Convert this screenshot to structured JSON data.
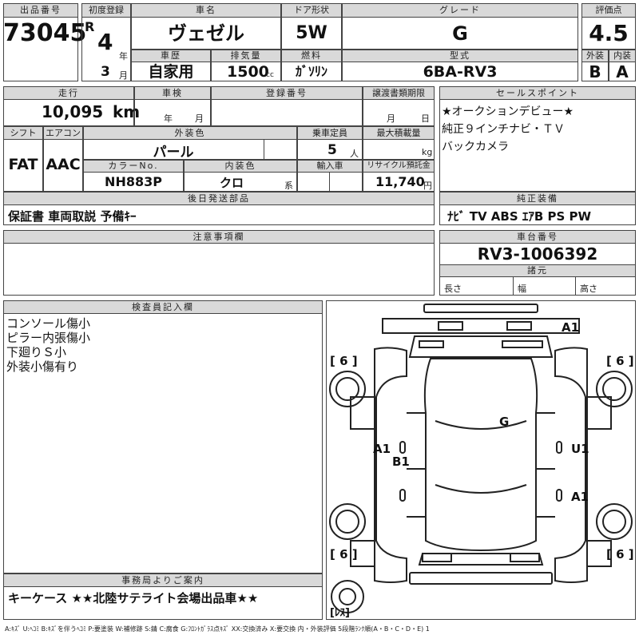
{
  "lot": {
    "label": "出品番号",
    "value": "73045"
  },
  "first_reg": {
    "label": "初度登録",
    "era": "R",
    "year": "4",
    "year_unit": "年",
    "month": "3",
    "month_unit": "月"
  },
  "car_name": {
    "label": "車名",
    "value": "ヴェゼル"
  },
  "door": {
    "label": "ドア形状",
    "value": "5W"
  },
  "grade": {
    "label": "グレード",
    "value": "G"
  },
  "score": {
    "label": "評価点",
    "value": "4.5"
  },
  "history": {
    "label": "車歴",
    "value": "自家用"
  },
  "displacement": {
    "label": "排気量",
    "value": "1500",
    "unit": "cc"
  },
  "fuel": {
    "label": "燃料",
    "value": "ｶﾞｿﾘﾝ"
  },
  "model_code": {
    "label": "型式",
    "value": "6BA-RV3"
  },
  "exterior_grade": {
    "label": "外装",
    "value": "B"
  },
  "interior_grade": {
    "label": "内装",
    "value": "A"
  },
  "mileage": {
    "label": "走行",
    "value": "10,095",
    "unit": "km"
  },
  "inspection": {
    "label": "車検",
    "year_unit": "年",
    "month_unit": "月"
  },
  "registration": {
    "label": "登録番号"
  },
  "transfer_deadline": {
    "label": "譲渡書類期限",
    "month_unit": "月",
    "day_unit": "日"
  },
  "shift": {
    "label": "シフト",
    "value": "FAT"
  },
  "aircon": {
    "label": "エアコン",
    "value": "AAC"
  },
  "ext_color": {
    "label": "外装色",
    "value": "パール"
  },
  "capacity": {
    "label": "乗車定員",
    "value": "5",
    "unit": "人"
  },
  "max_load": {
    "label": "最大積載量",
    "unit": "kg"
  },
  "color_no": {
    "label": "カラーNo.",
    "value": "NH883P"
  },
  "int_color": {
    "label": "内装色",
    "value": "クロ",
    "unit": "系"
  },
  "import": {
    "label": "輸入車"
  },
  "recycle": {
    "label": "リサイクル預託金",
    "value": "11,740",
    "unit": "円"
  },
  "sales_point": {
    "label": "セールスポイント",
    "lines": [
      "★オークションデビュー★",
      "純正９インチナビ・ＴＶ",
      "バックカメラ"
    ]
  },
  "later_items": {
    "label": "後日発送部品",
    "value": "保証書 車両取説 予備ｷｰ"
  },
  "equipment": {
    "label": "純正装備",
    "value": "ﾅﾋﾞ TV ABS ｴｱB PS PW"
  },
  "notes": {
    "label": "注意事項欄"
  },
  "chassis": {
    "label": "車台番号",
    "value": "RV3-1006392"
  },
  "specs": {
    "label": "諸元",
    "length": "長さ",
    "width": "幅",
    "height": "高さ"
  },
  "inspector": {
    "label": "検査員記入欄",
    "lines": [
      "コンソール傷小",
      "ピラー内張傷小",
      "下廻りＳ小",
      "外装小傷有り"
    ]
  },
  "office": {
    "label": "事務局よりご案内",
    "value": "キーケース ★★北陸サテライト会場出品車★★"
  },
  "diagram_marks": {
    "tire_fl": "[ 6 ]",
    "tire_fr": "[ 6 ]",
    "tire_rl": "[ 6 ]",
    "tire_rr": "[ 6 ]",
    "roof": "A1",
    "glass": "G",
    "left_front_door": "A1",
    "left_pillar": "B1",
    "right_front_door": "U1",
    "right_rear": "A1",
    "spare": "[ﾚｽ]"
  },
  "legend": "A:ｷｽﾞ U:ﾍｺﾐ B:ｷｽﾞを伴うﾍｺﾐ P:要塗装 W:補修跡 S:錆 C:腐食 G:ﾌﾛﾝﾄｶﾞﾗｽ点ｷｽﾞ XX:交換済み X:要交換 内・外装評価 5段階ﾗﾝｸ順(A・B・C・D・E) 1"
}
